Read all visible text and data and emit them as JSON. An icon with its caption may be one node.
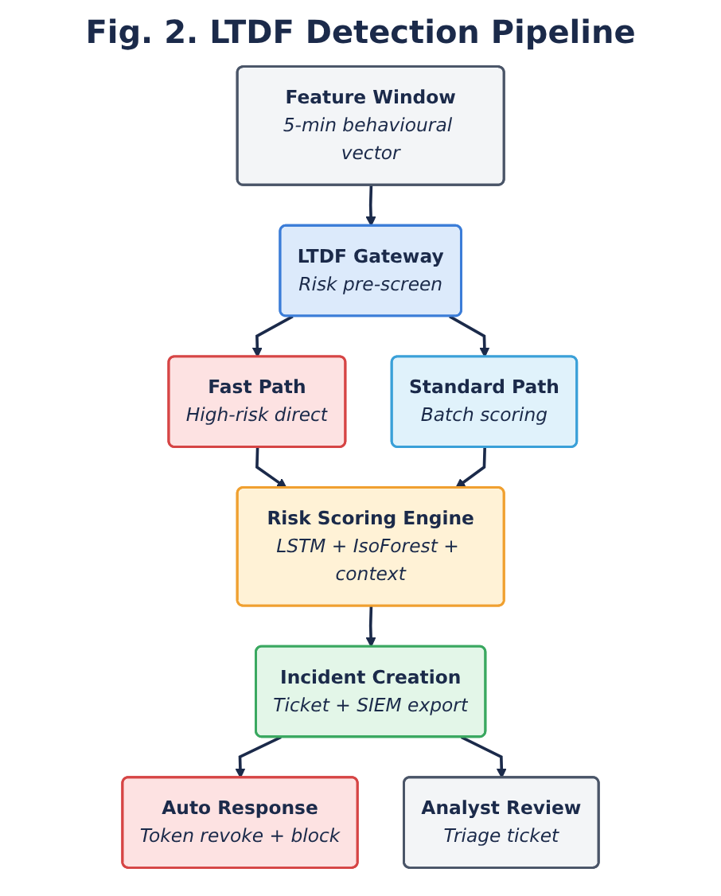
{
  "diagram": {
    "title": "Fig. 2.  LTDF Detection Pipeline",
    "nodes": [
      {
        "text": [
          "Feature Window",
          "5-min behavioural vector"
        ]
      },
      {
        "text": [
          "LTDF Gateway",
          "Risk pre-screen"
        ]
      },
      {
        "text": [
          "Fast Path",
          "High-risk direct"
        ]
      },
      {
        "text": [
          "Standard Path",
          "Batch scoring"
        ]
      },
      {
        "text": [
          "Risk Scoring Engine",
          "LSTM + IsoForest + context"
        ]
      },
      {
        "text": [
          "Incident Creation",
          "Ticket + SIEM export"
        ]
      },
      {
        "text": [
          "Auto Response",
          "Token revoke + block"
        ]
      },
      {
        "text": [
          "Analyst Review",
          "Triage ticket"
        ]
      }
    ],
    "edges": [
      {
        "from": 0,
        "to": 1,
        "arrow": "to"
      },
      {
        "from": 1,
        "to": 2,
        "arrow": "to"
      },
      {
        "from": 1,
        "to": 3,
        "arrow": "to"
      },
      {
        "from": 2,
        "to": 4,
        "arrow": "to"
      },
      {
        "from": 3,
        "to": 4,
        "arrow": "to"
      },
      {
        "from": 4,
        "to": 5,
        "arrow": "to"
      },
      {
        "from": 5,
        "to": 6,
        "arrow": "to"
      },
      {
        "from": 5,
        "to": 7,
        "arrow": "to"
      }
    ]
  }
}
